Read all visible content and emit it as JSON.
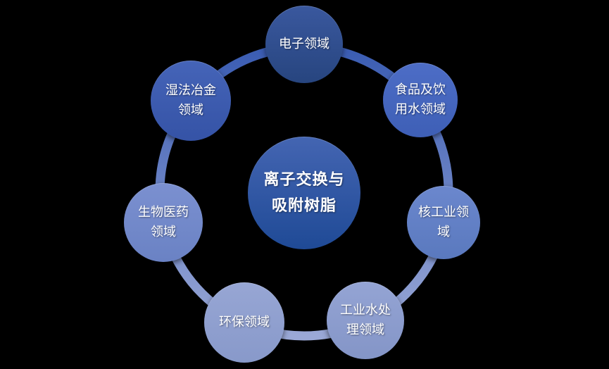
{
  "diagram": {
    "background": "#000000",
    "type": "cycle",
    "center": {
      "label": "离子交换与吸附树脂",
      "lines": [
        "离子交换与",
        "吸附树脂"
      ],
      "color_top": "#4465B2",
      "color_bottom": "#1F4A96"
    },
    "ring": {
      "color_top": "#3A5CB2",
      "color_bottom": "#9AA8D6"
    },
    "nodes": [
      {
        "label": "电子领域",
        "lines": [
          "电子领域",
          ""
        ],
        "color_top": "#3A589E",
        "color_bottom": "#27457F"
      },
      {
        "label": "食品及饮用水领域",
        "lines": [
          "食品及饮",
          "用水领域"
        ],
        "color_top": "#4D6DC6",
        "color_bottom": "#3E5FB6"
      },
      {
        "label": "核工业领域",
        "lines": [
          "核工业领",
          "域"
        ],
        "color_top": "#6B87CD",
        "color_bottom": "#5A79BE"
      },
      {
        "label": "工业水处理领域",
        "lines": [
          "工业水处",
          "理领域"
        ],
        "color_top": "#94A4D4",
        "color_bottom": "#8495C7"
      },
      {
        "label": "环保领域",
        "lines": [
          "环保领域",
          ""
        ],
        "color_top": "#97A6D4",
        "color_bottom": "#8899CA"
      },
      {
        "label": "生物医药领域",
        "lines": [
          "生物医药",
          "领域"
        ],
        "color_top": "#7B90D0",
        "color_bottom": "#6A82C4"
      },
      {
        "label": "湿法冶金领域",
        "lines": [
          "湿法冶金",
          "领域"
        ],
        "color_top": "#4564B8",
        "color_bottom": "#3553A6"
      }
    ]
  }
}
